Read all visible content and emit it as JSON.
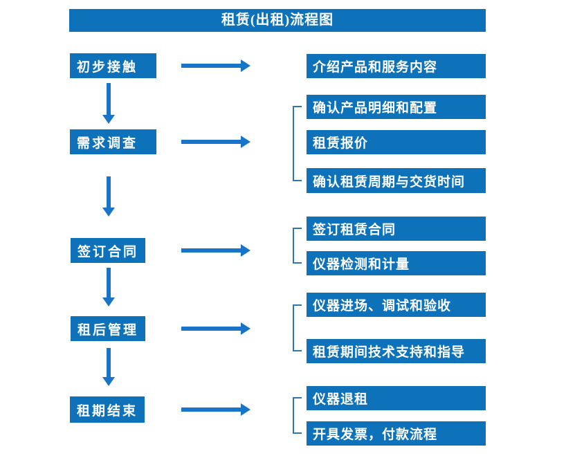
{
  "title": "租赁(出租)流程图",
  "colors": {
    "box_blue": "#0d72b9",
    "arrow_blue": "#1874c9",
    "bracket_blue": "#2e75b6",
    "text_white": "#ffffff"
  },
  "flow": [
    {
      "step": "初步接触",
      "details": [
        "介绍产品和服务内容"
      ]
    },
    {
      "step": "需求调查",
      "details": [
        "确认产品明细和配置",
        "租赁报价",
        "确认租赁周期与交货时间"
      ]
    },
    {
      "step": "签订合同",
      "details": [
        "签订租赁合同",
        "仪器检测和计量"
      ]
    },
    {
      "step": "租后管理",
      "details": [
        "仪器进场、调试和验收",
        "租赁期间技术支持和指导"
      ]
    },
    {
      "step": "租期结束",
      "details": [
        "仪器退租",
        "开具发票，付款流程"
      ]
    }
  ]
}
